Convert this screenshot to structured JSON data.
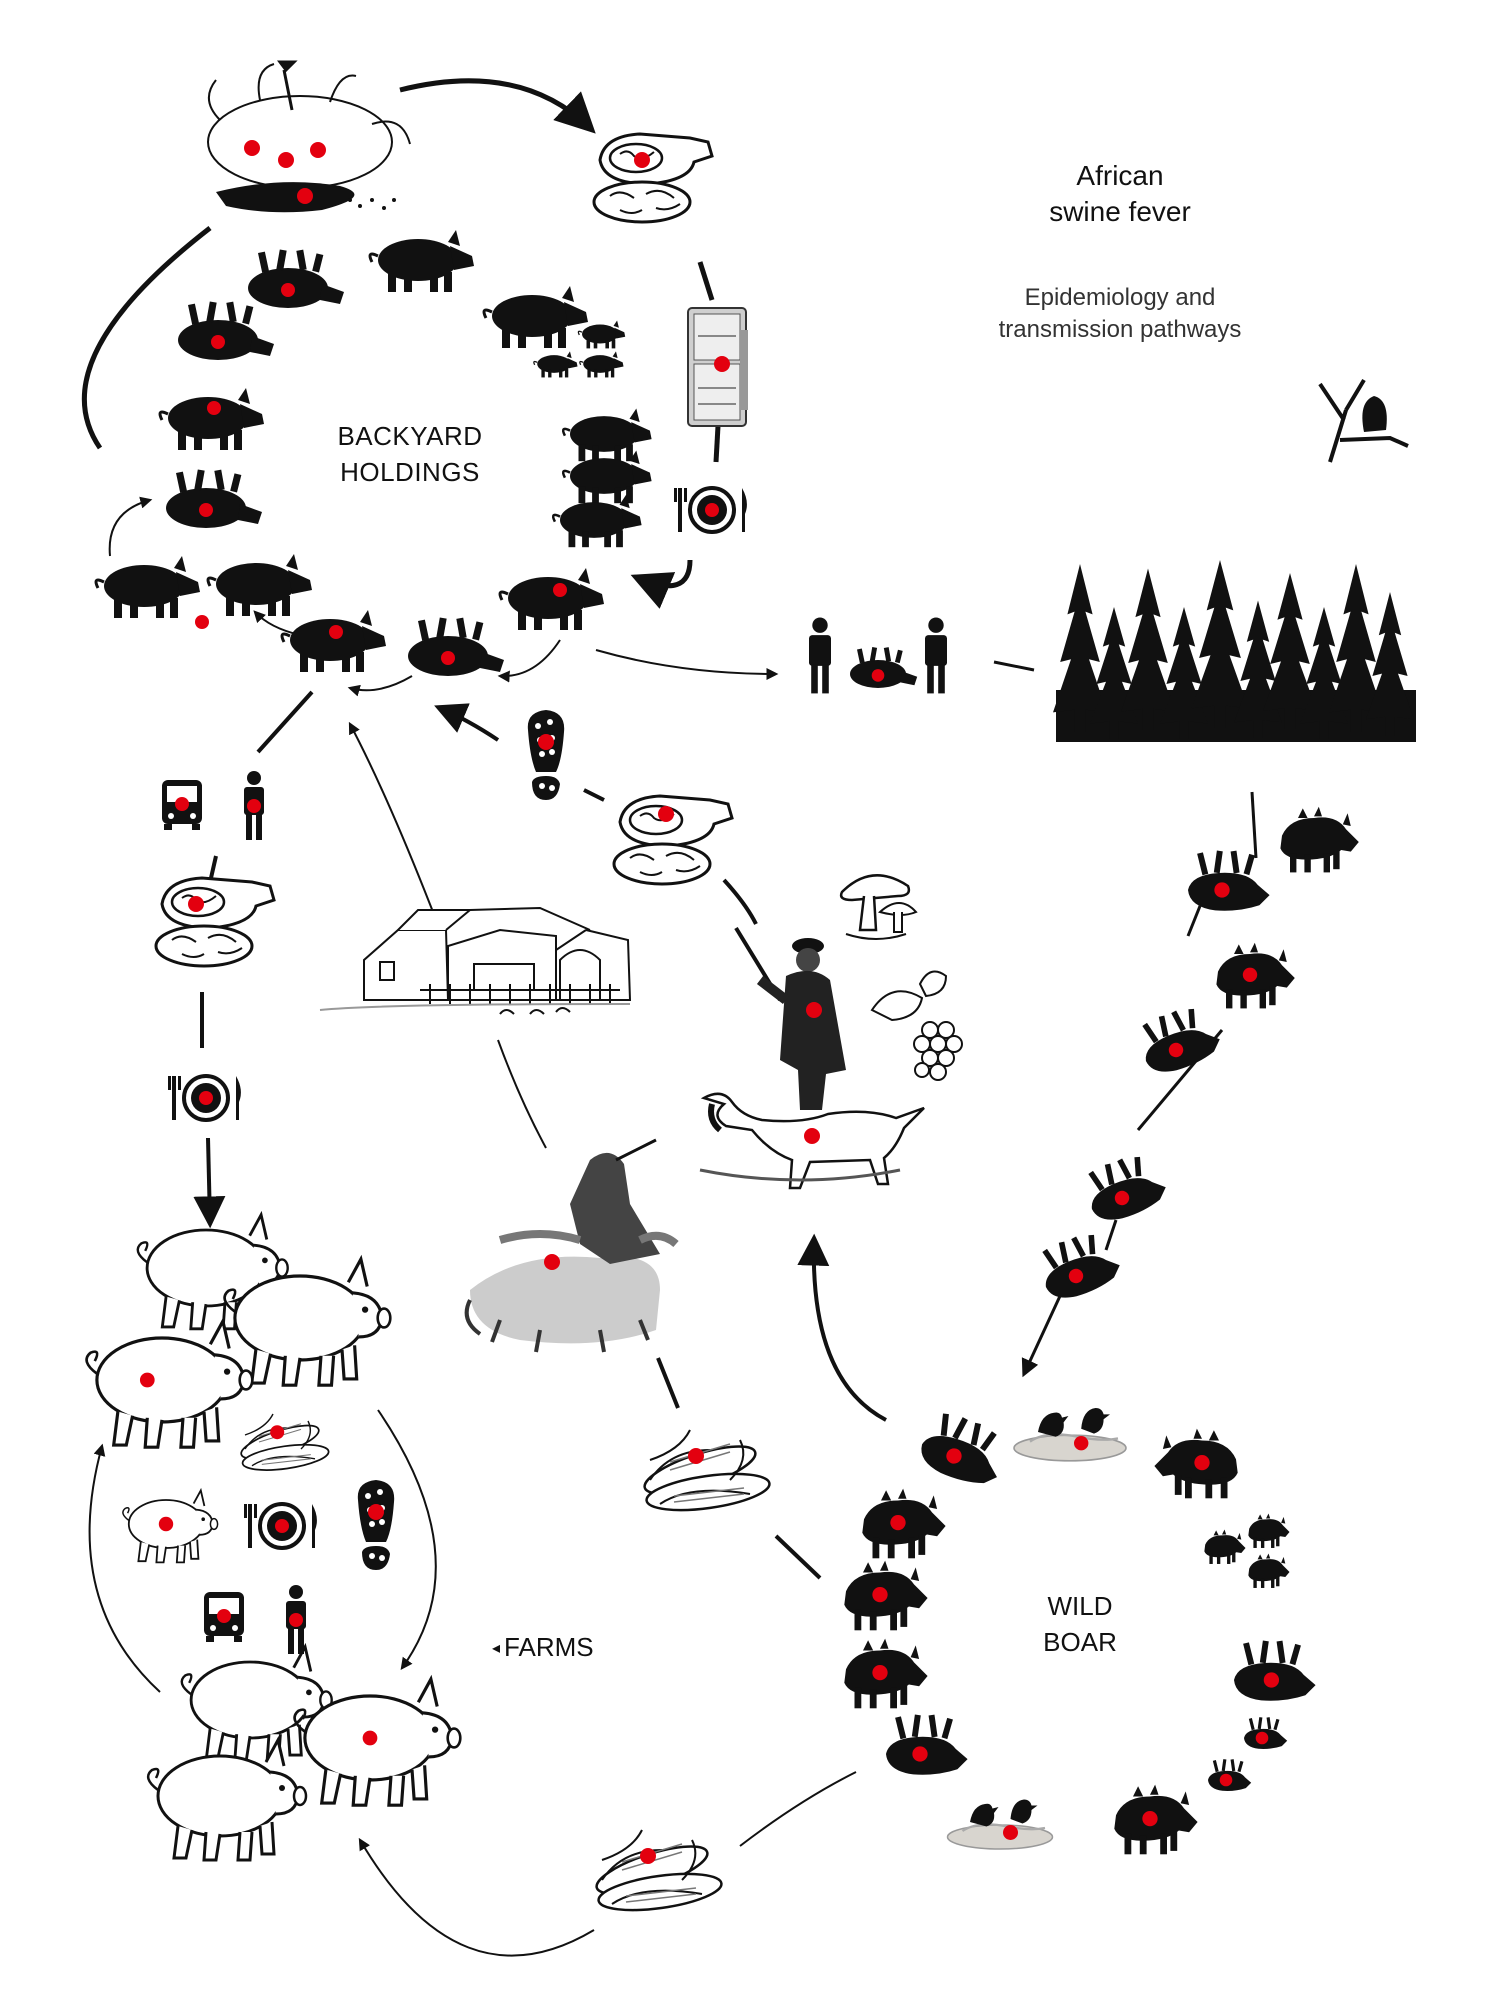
{
  "title_line1": "African",
  "title_line2": "swine fever",
  "subtitle_line1": "Epidemiology and",
  "subtitle_line2": "transmission pathways",
  "labels": {
    "backyard_line1": "BACKYARD",
    "backyard_line2": "HOLDINGS",
    "wild_line1": "WILD",
    "wild_line2": "BOAR",
    "farms": "FARMS",
    "farms_marker": "◂"
  },
  "colors": {
    "ink": "#111111",
    "infection_dot": "#e3000f",
    "outline_fill": "#ffffff"
  },
  "icons": [
    "slaughtered-pig-icon",
    "ham-icon",
    "refrigerator-icon",
    "plate-cutlery-icon",
    "bus-icon",
    "person-icon",
    "boot-icon",
    "hunter-icon",
    "dog-icon",
    "mushroom-icon",
    "blackberry-icon",
    "farm-building-icon",
    "shepherd-sheep-icon",
    "corn-icon",
    "forest-icon",
    "bird-on-branch-icon",
    "crow-carcass-icon",
    "wild-boar-icon",
    "domestic-pig-icon"
  ]
}
